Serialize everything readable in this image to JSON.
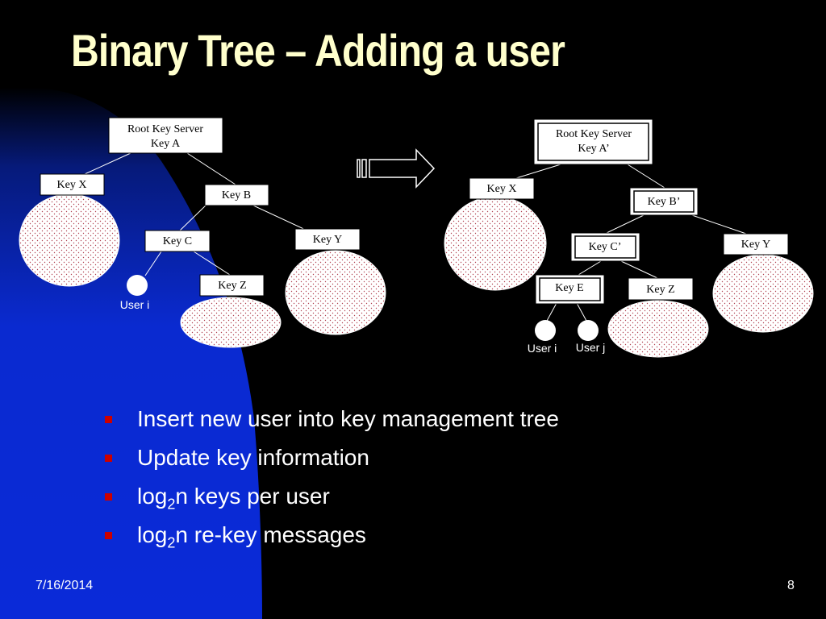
{
  "slide": {
    "title": "Binary Tree – Adding a user",
    "date": "7/16/2014",
    "page_number": "8"
  },
  "colors": {
    "background": "#000000",
    "blue_shape": "#0a2ad0",
    "title": "#ffffcc",
    "bullet_marker": "#cc0000"
  },
  "left_tree": {
    "root": [
      "Root Key Server",
      "Key A"
    ],
    "key_x": "Key X",
    "key_b": "Key B",
    "key_c": "Key C",
    "key_y": "Key Y",
    "key_z": "Key Z",
    "user_i": "User i"
  },
  "right_tree": {
    "root": [
      "Root Key Server",
      "Key A’"
    ],
    "key_x": "Key X",
    "key_b": "Key B’",
    "key_c": "Key C’",
    "key_y": "Key Y",
    "key_e": "Key E",
    "key_z": "Key Z",
    "user_i": "User i",
    "user_j": "User j"
  },
  "bullets": [
    {
      "before": "Insert new user into key management tree",
      "sub": "",
      "after": ""
    },
    {
      "before": "Update key information",
      "sub": "",
      "after": ""
    },
    {
      "before": "log",
      "sub": "2",
      "after": "n keys per user"
    },
    {
      "before": "log",
      "sub": "2",
      "after": "n re-key messages"
    }
  ]
}
